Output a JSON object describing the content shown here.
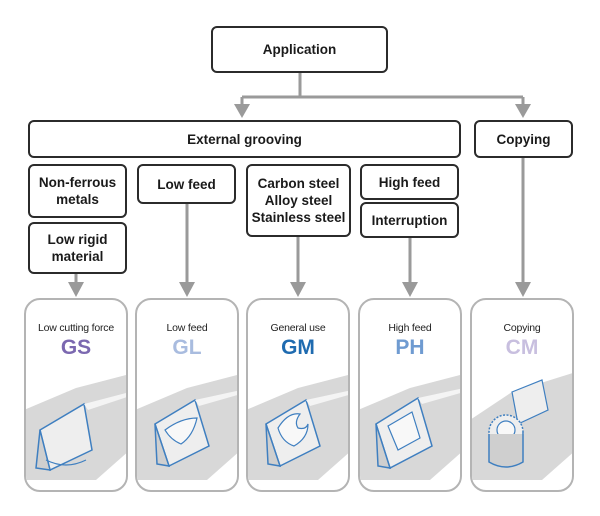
{
  "top": {
    "label": "Application"
  },
  "branches": {
    "external": "External grooving",
    "copying": "Copying"
  },
  "conditions": {
    "nonferrous": [
      "Non-ferrous",
      "metals"
    ],
    "low_rigid": [
      "Low rigid",
      "material"
    ],
    "low_feed": "Low feed",
    "steels": [
      "Carbon steel",
      "Alloy steel",
      "Stainless steel"
    ],
    "high_feed": "High feed",
    "interruption": "Interruption"
  },
  "cards": [
    {
      "desc": "Low cutting force",
      "code": "GS",
      "color": "#7b68b0",
      "icon": "grooving-insert-gs-icon"
    },
    {
      "desc": "Low feed",
      "code": "GL",
      "color": "#a9bcdf",
      "icon": "grooving-insert-gl-icon"
    },
    {
      "desc": "General use",
      "code": "GM",
      "color": "#1f6bb0",
      "icon": "grooving-insert-gm-icon"
    },
    {
      "desc": "High feed",
      "code": "PH",
      "color": "#6f9bd1",
      "icon": "grooving-insert-ph-icon"
    },
    {
      "desc": "Copying",
      "code": "CM",
      "color": "#c8bfdf",
      "icon": "copying-insert-cm-icon"
    }
  ],
  "colors": {
    "arrow": "#9a9a9a",
    "box_border": "#2b2b2b",
    "card_border": "#b4b4b4",
    "insert_edge": "#3f7fc0",
    "insert_fill": "#e2e2e2"
  }
}
